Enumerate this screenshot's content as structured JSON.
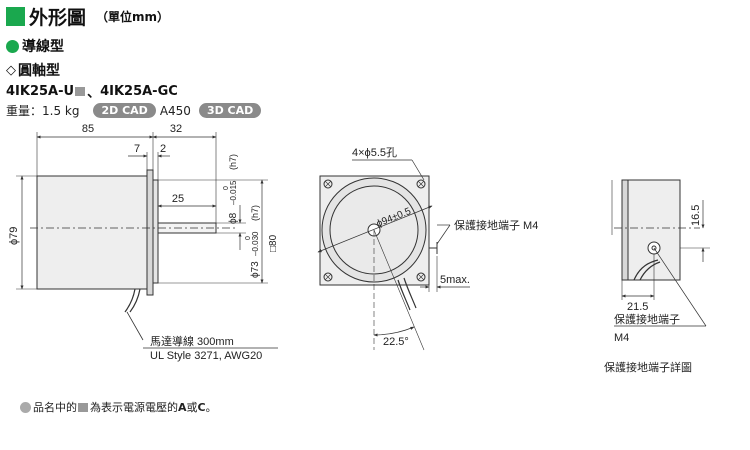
{
  "header": {
    "title": "外形圖",
    "unit_note": "（單位mm）"
  },
  "section": {
    "wire_type": "導線型",
    "shaft_type": "圓軸型"
  },
  "model": {
    "part1": "4IK25A-U",
    "sep": "、",
    "part2": "4IK25A-GC"
  },
  "spec": {
    "weight": "重量：1.5 kg",
    "cad2d": "2D CAD",
    "cad_code": "A450",
    "cad3d": "3D CAD"
  },
  "dims_side": {
    "length_85": "85",
    "length_32": "32",
    "d7": "7",
    "d2": "2",
    "d25": "25",
    "phi79": "ϕ79",
    "phi8_a": "ϕ8",
    "phi8_b": "–0.015",
    "phi8_c": "(h7)",
    "phi8_d": "0",
    "phi73_a": "ϕ73",
    "phi73_b": "–0.030",
    "phi73_c": "(h7)",
    "phi73_d": "0",
    "sq80": "□80"
  },
  "dims_front": {
    "holes": "4×ϕ5.5孔",
    "pcd": "ϕ94±0.5",
    "ground_term": "保護接地端子 M4",
    "max5": "5max.",
    "angle": "22.5°"
  },
  "lead_label": {
    "line1": "馬達導線 300mm",
    "line2": "UL Style 3271, AWG20"
  },
  "detail": {
    "d16_5": "16.5",
    "d21_5": "21.5",
    "label1": "保護接地端子",
    "label2": "M4",
    "caption": "保護接地端子詳圖"
  },
  "footnote": {
    "pre": "品名中的",
    "post": "為表示電源電壓的",
    "a": "A",
    "or": "或",
    "c": "C",
    "end": "。"
  },
  "colors": {
    "accent": "#1aa84e",
    "badge": "#8a8a8a",
    "line": "#333333"
  }
}
